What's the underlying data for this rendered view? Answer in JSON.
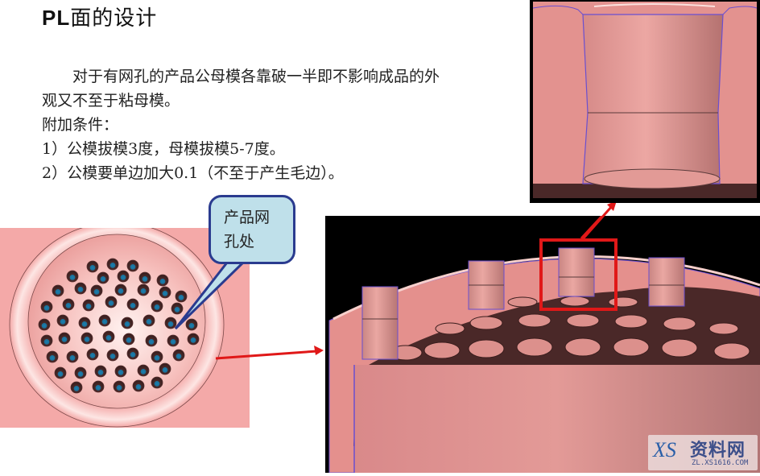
{
  "slide": {
    "title_latin": "PL",
    "title_cn": "面的设计",
    "paragraphs": [
      "对于有网孔的产品公母模各靠破一半即不影响成品的外观又不至于粘母模。",
      "附加条件：",
      "1）公模拔模3度，母模拔模5-7度。",
      "2）公模要单边加大0.1（不至于产生毛边）。"
    ]
  },
  "callout": {
    "line1": "产品网",
    "line2": "孔处"
  },
  "images": {
    "product": "mesh-hole-product-render",
    "section": "pl-section-render",
    "detail": "pin-detail-render"
  },
  "watermark": {
    "logo": "XS",
    "name": "资料网",
    "url": "ZL.XS1616.COM"
  },
  "colors": {
    "part_pink": "#e1918d",
    "background_pink": "#f4a9a8",
    "callout_fill": "#bfe0ea",
    "callout_border": "#2a3b8f",
    "arrow_red": "#e01818",
    "hole_dark": "#4a2a2a",
    "hole_blue": "#1b7fb0"
  }
}
